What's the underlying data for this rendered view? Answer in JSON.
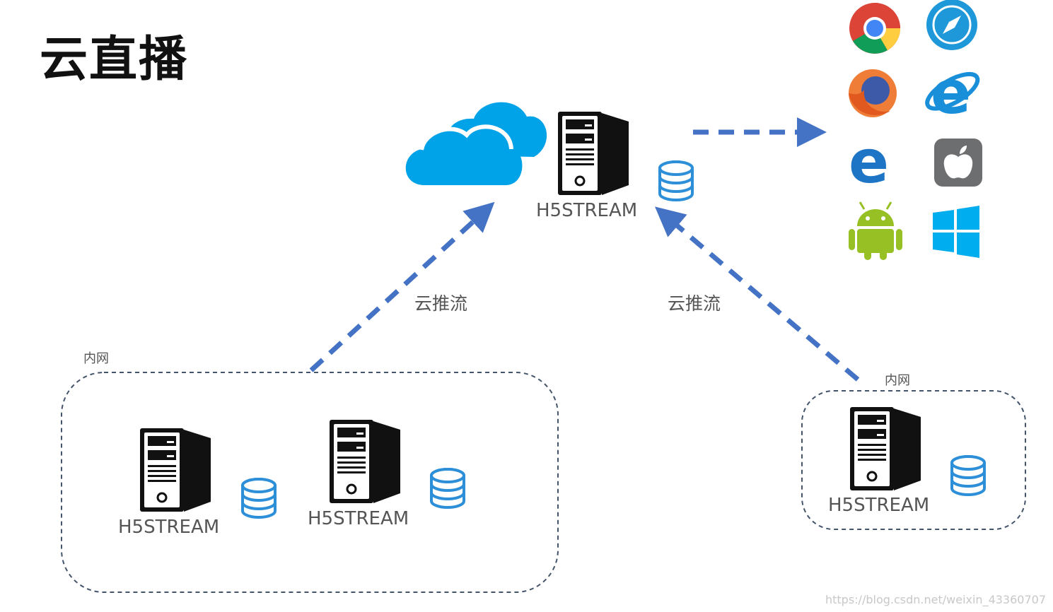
{
  "title": "云直播",
  "servers": {
    "cloud": {
      "label": "H5STREAM"
    },
    "lan_left_1": {
      "label": "H5STREAM"
    },
    "lan_left_2": {
      "label": "H5STREAM"
    },
    "lan_right": {
      "label": "H5STREAM"
    }
  },
  "edges": {
    "left_push": {
      "label": "云推流"
    },
    "right_push": {
      "label": "云推流"
    }
  },
  "groups": {
    "lan_left": {
      "label": "内网"
    },
    "lan_right": {
      "label": "内网"
    }
  },
  "clients": [
    "chrome-icon",
    "safari-icon",
    "firefox-icon",
    "ie-icon",
    "edge-icon",
    "apple-icon",
    "android-icon",
    "windows-icon"
  ],
  "colors": {
    "arrow": "#4472c4",
    "cloud": "#00a2e8",
    "database": "#2e8fd9",
    "group_border": "#44546a"
  },
  "watermark": "https://blog.csdn.net/weixin_43360707"
}
